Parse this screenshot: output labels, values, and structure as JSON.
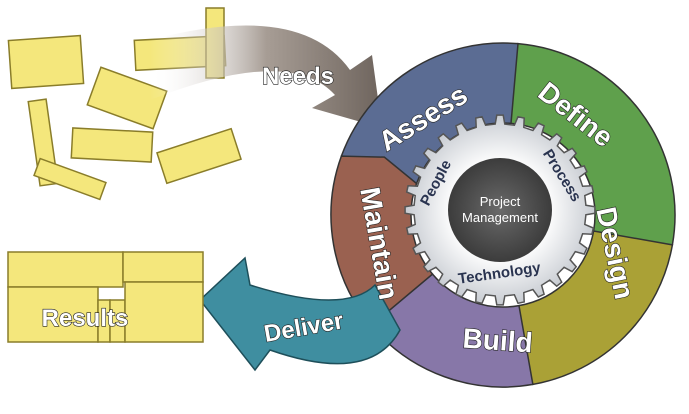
{
  "arrows": {
    "needs": "Needs",
    "deliver": "Deliver"
  },
  "results_label": "Results",
  "cycle": [
    {
      "label": "Assess",
      "color": "#5b6c93"
    },
    {
      "label": "Define",
      "color": "#5fa04c"
    },
    {
      "label": "Design",
      "color": "#aaa136"
    },
    {
      "label": "Build",
      "color": "#8777a8"
    },
    {
      "label": "Maintain",
      "color": "#9a6150"
    }
  ],
  "gear": {
    "people": "People",
    "process": "Process",
    "technology": "Technology"
  },
  "center": {
    "line1": "Project",
    "line2": "Management"
  },
  "colors": {
    "note": "#f4e77c",
    "needs_arrow": "#8a7f78",
    "deliver_arrow": "#3f8ea0",
    "gear": "#e4e6ea",
    "hub": "#585858"
  }
}
